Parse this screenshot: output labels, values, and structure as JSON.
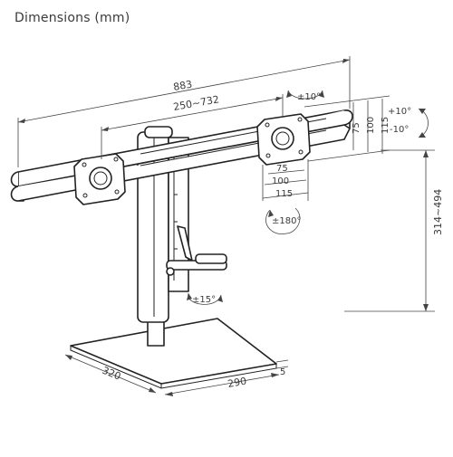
{
  "title": "Dimensions (mm)",
  "dimensions": {
    "total_width": "883",
    "arm_span": "250~732",
    "vesa_75_top": "75",
    "vesa_100_top": "100",
    "vesa_75_bottom": "75",
    "vesa_100_bottom": "100",
    "plate_width": "115",
    "plate_height": "115",
    "height_range": "314~494",
    "base_depth": "320",
    "base_width": "290",
    "base_thickness": "5"
  },
  "rotations": {
    "tilt_arm": "±10°",
    "tilt_up": "+10°",
    "tilt_down": "-10°",
    "rotate": "±180°",
    "swivel": "±15°"
  }
}
